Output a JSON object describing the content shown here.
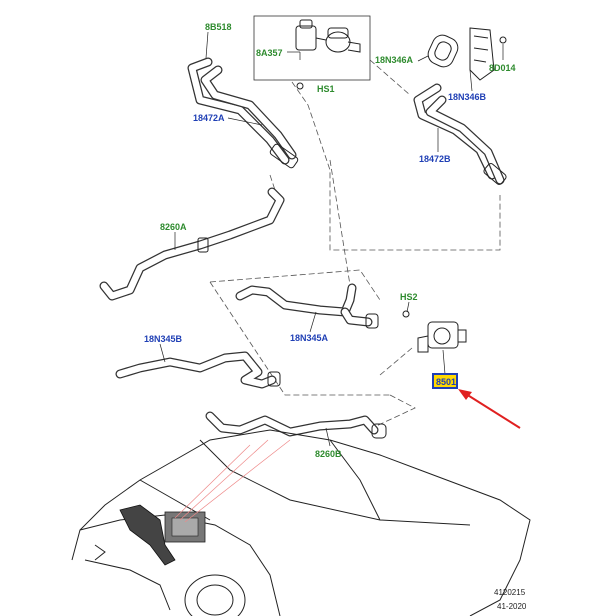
{
  "labels": {
    "8B518": "8B518",
    "8A357": "8A357",
    "HS1": "HS1",
    "18N346A": "18N346A",
    "8D014": "8D014",
    "18N346B": "18N346B",
    "18472A": "18472A",
    "18472B": "18472B",
    "8260A": "8260A",
    "HS2": "HS2",
    "18N345A": "18N345A",
    "18N345B": "18N345B",
    "8501": "8501",
    "8260B": "8260B"
  },
  "footer": {
    "code": "4120215",
    "date": "41-2020"
  },
  "colors": {
    "green_label": "#2e8b2e",
    "blue_label": "#1f3fb5",
    "highlight_box": "#1f3fb5",
    "highlight_fill": "#ffd800",
    "arrow": "#e02020"
  }
}
